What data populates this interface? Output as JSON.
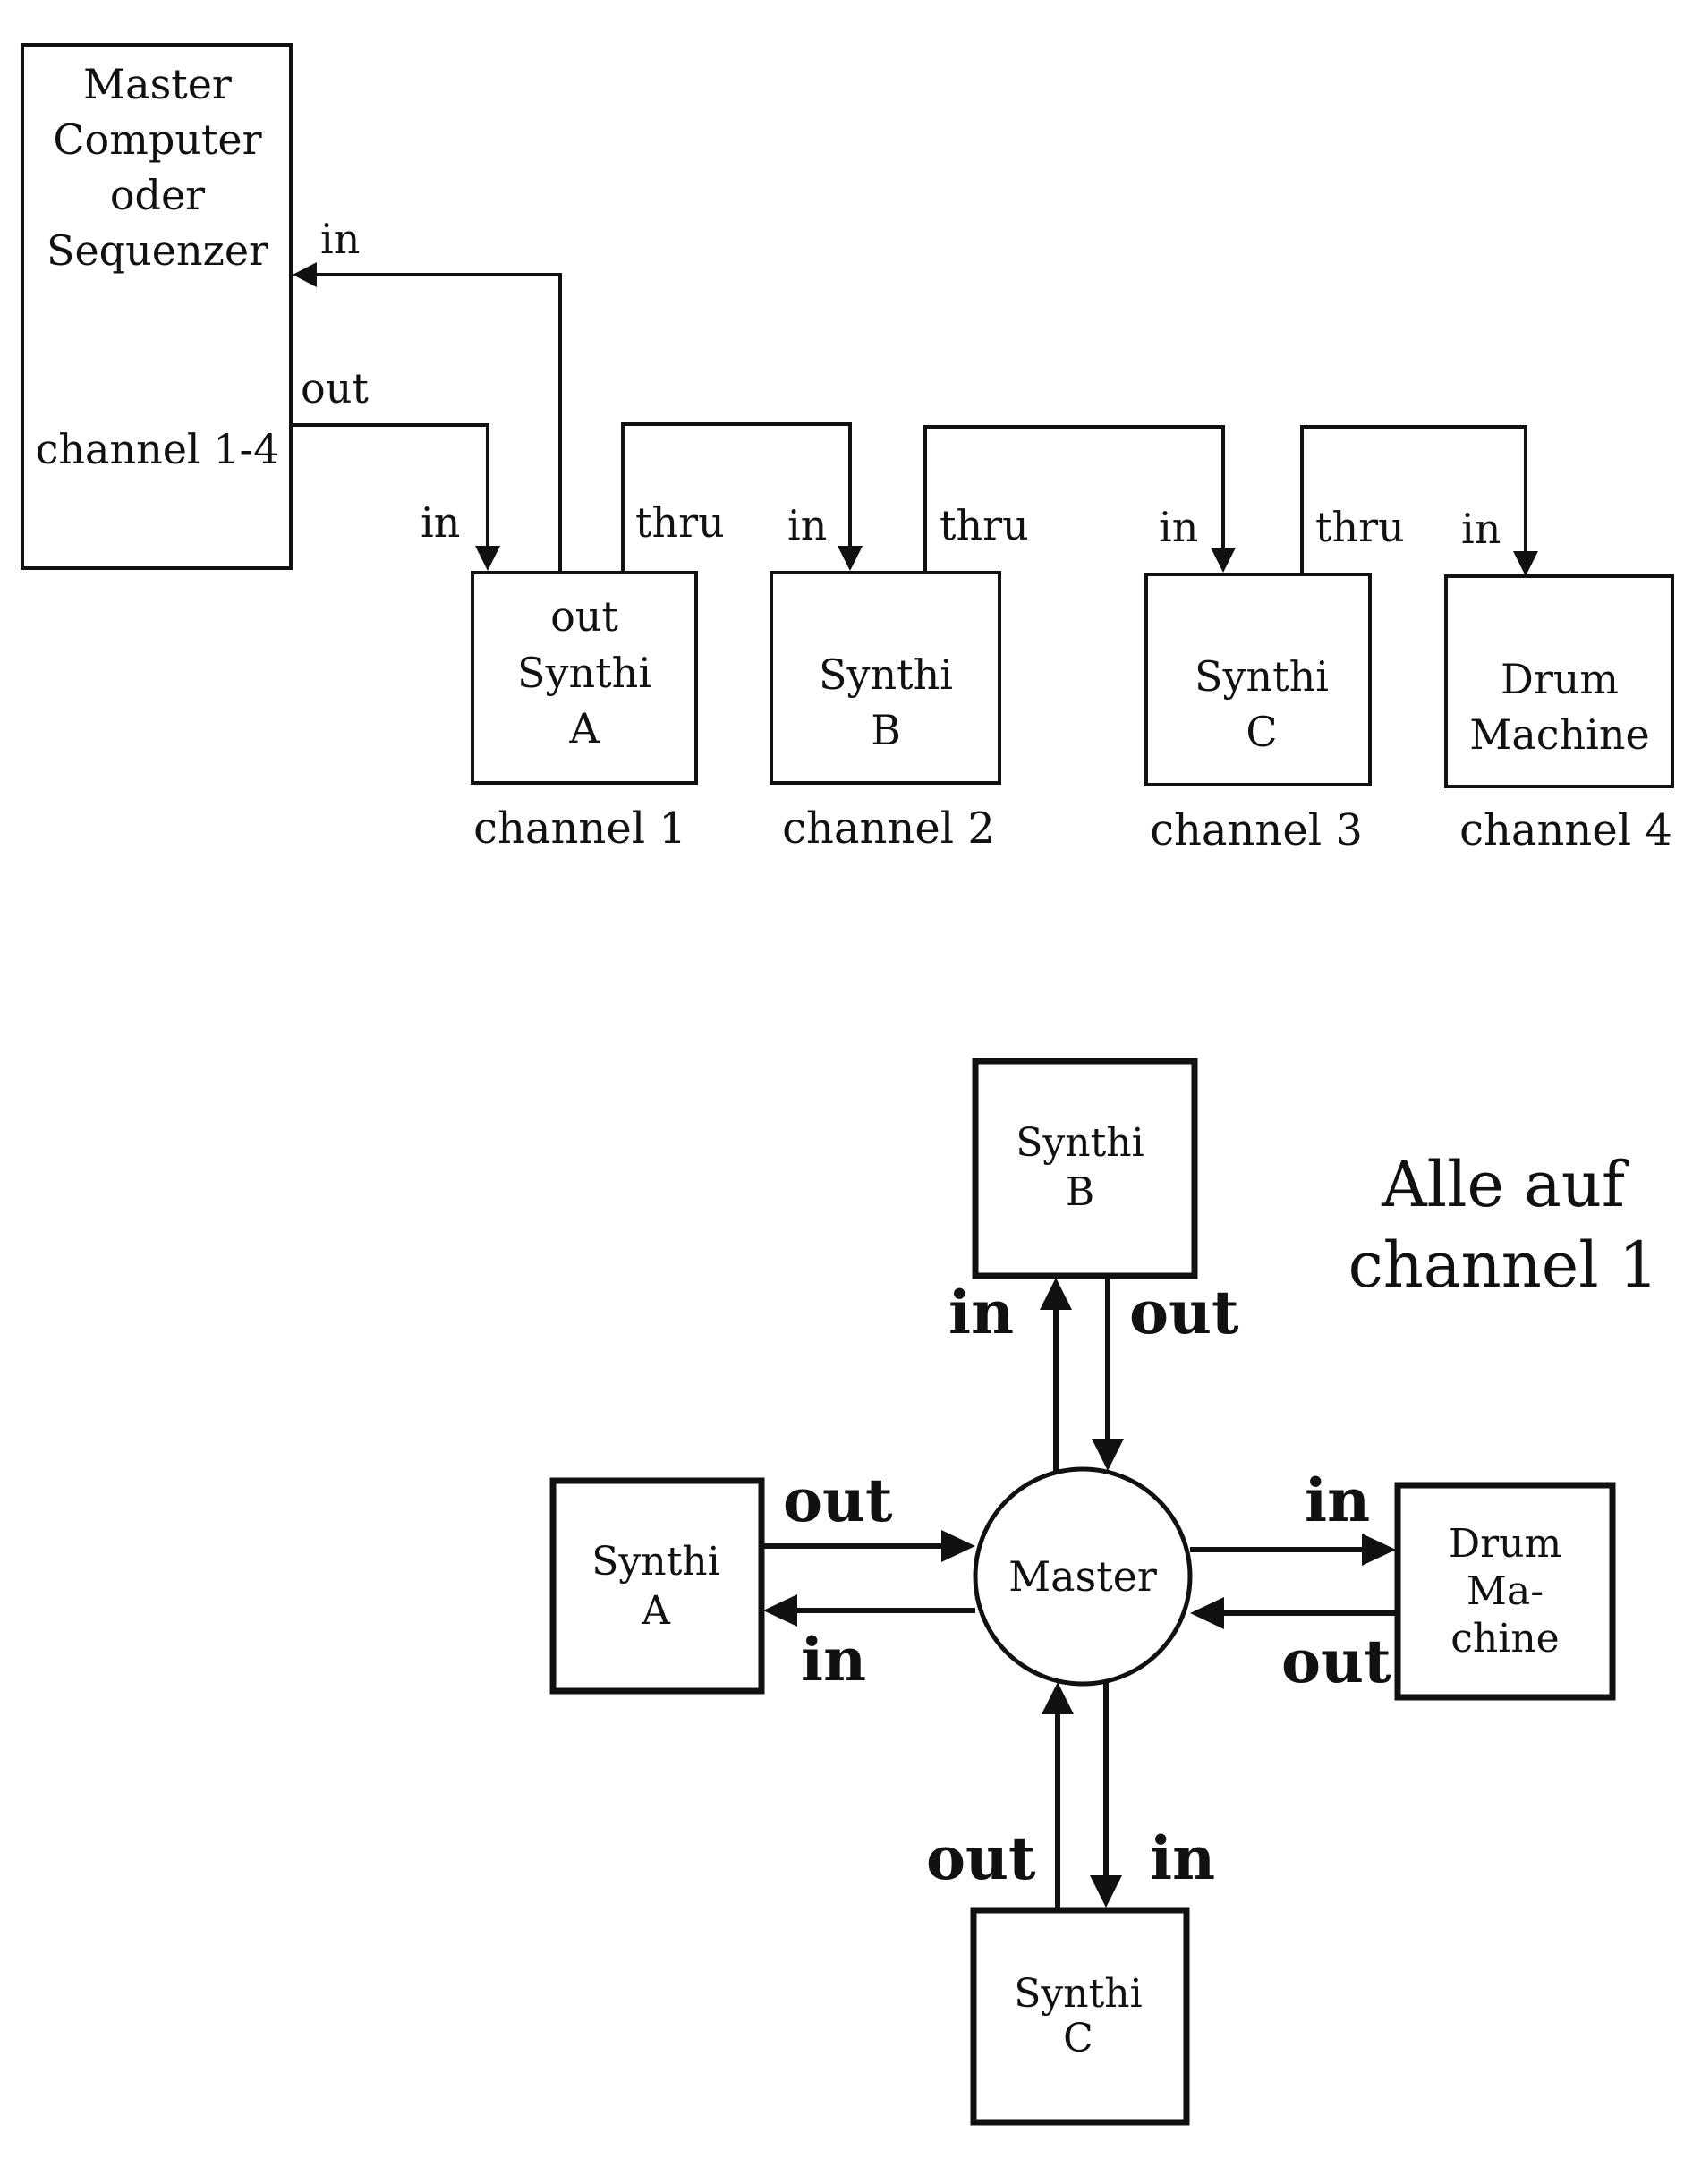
{
  "diagram1": {
    "master_lines": [
      "Master",
      "Computer",
      "oder",
      "Sequenzer"
    ],
    "master_channel": "channel 1-4",
    "port_in": "in",
    "port_out": "out",
    "port_thru": "thru",
    "synth_a_lines": [
      "out",
      "Synthi",
      "A"
    ],
    "synth_b_lines": [
      "Synthi",
      "B"
    ],
    "synth_c_lines": [
      "Synthi",
      "C"
    ],
    "drum_lines": [
      "Drum",
      "Machine"
    ],
    "channel_1": "channel 1",
    "channel_2": "channel 2",
    "channel_3": "channel 3",
    "channel_4": "channel 4"
  },
  "diagram2": {
    "heading_lines": [
      "Alle auf",
      "channel 1"
    ],
    "master": "Master",
    "synth_a_lines": [
      "Synthi",
      "A"
    ],
    "synth_b_lines": [
      "Synthi",
      "B"
    ],
    "synth_c_lines": [
      "Synthi",
      "C"
    ],
    "drum_lines": [
      "Drum",
      "Ma-",
      "chine"
    ],
    "port_in": "in",
    "port_out": "out"
  },
  "colors": {
    "ink": "#111111",
    "paper": "#ffffff"
  }
}
